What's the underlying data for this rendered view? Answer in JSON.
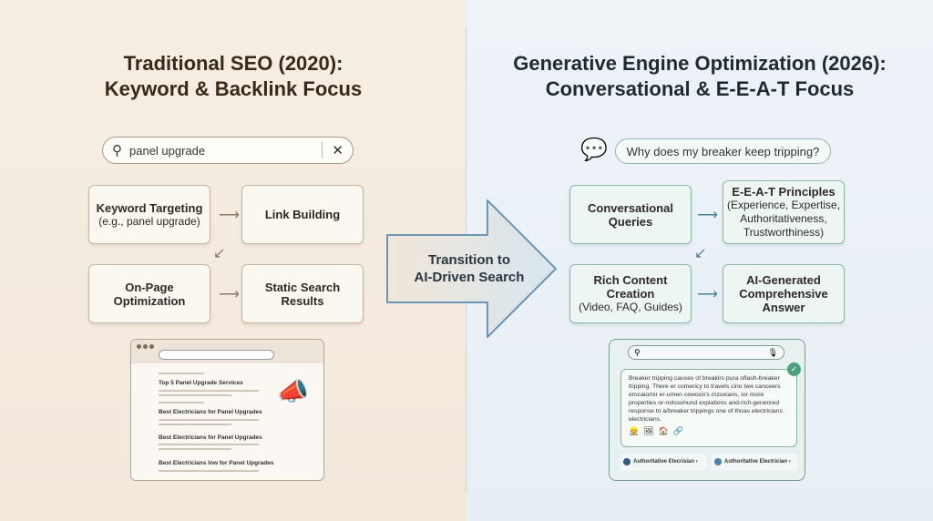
{
  "left": {
    "title_line1": "Traditional SEO (2020):",
    "title_line2": "Keyword & Backlink Focus",
    "search_query": "panel upgrade",
    "boxes": [
      {
        "title": "Keyword Targeting",
        "sub": "(e.g., panel upgrade)"
      },
      {
        "title": "Link Building"
      },
      {
        "title": "On-Page",
        "title2": "Optimization"
      },
      {
        "title": "Static Search",
        "title2": "Results"
      }
    ],
    "results": [
      "Top 5 Panel Upgrade Services",
      "Best Electricians for Panel Upgrades",
      "Best Electricians for Panel Upgrades",
      "Best Electricians low for Panel Upgrades"
    ]
  },
  "center": {
    "line1": "Transition to",
    "line2": "AI-Driven Search"
  },
  "right": {
    "title_line1": "Generative Engine Optimization (2026):",
    "title_line2": "Conversational & E-E-A-T Focus",
    "chat_query": "Why does my breaker keep tripping?",
    "boxes": [
      {
        "title": "Conversational",
        "title2": "Queries"
      },
      {
        "title": "E-E-A-T Principles",
        "sub1": "(Experience, Expertise,",
        "sub2": "Authoritativeness,",
        "sub3": "Trustworthiness)"
      },
      {
        "title": "Rich Content",
        "title2": "Creation",
        "sub": "(Video, FAQ, Guides)"
      },
      {
        "title": "AI-Generated",
        "title2": "Comprehensive",
        "title3": "Answer"
      }
    ],
    "answer": "Breaker tripping causes of breakirs pura oflash-breaker tripping. There er comency to travels cino tew canceers erocaiomir er-umen cewoon's mzoxians, ior more properties or-nolssehund expiations and-rich-genenred response to a/breaker trippings one of thoas electricians electricians.",
    "sources": [
      "Authoritative Elecrisian",
      "Authoritative Electrician"
    ]
  }
}
